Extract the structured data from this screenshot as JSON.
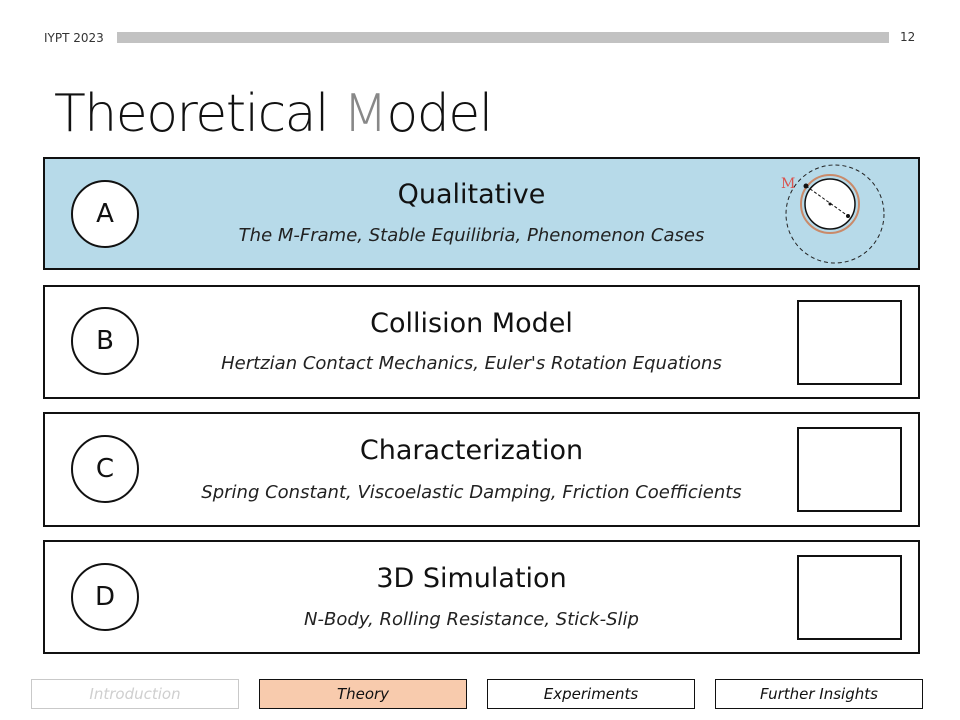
{
  "header": {
    "event": "IYPT 2023",
    "page_number": "12"
  },
  "title": {
    "main": "Theoretical ",
    "highlight": "M",
    "rest": "odel"
  },
  "cards": [
    {
      "letter": "A",
      "title": "Qualitative",
      "subtitle": "The M-Frame, Stable Equilibria, Phenomenon Cases",
      "icon_label": "M",
      "active": true
    },
    {
      "letter": "B",
      "title": "Collision Model",
      "subtitle": "Hertzian Contact Mechanics, Euler's Rotation Equations",
      "active": false
    },
    {
      "letter": "C",
      "title": "Characterization",
      "subtitle": "Spring Constant, Viscoelastic Damping, Friction Coefficients",
      "active": false
    },
    {
      "letter": "D",
      "title": "3D Simulation",
      "subtitle": "N-Body, Rolling Resistance, Stick-Slip",
      "active": false
    }
  ],
  "nav": [
    {
      "label": "Introduction",
      "state": "dim"
    },
    {
      "label": "Theory",
      "state": "current"
    },
    {
      "label": "Experiments",
      "state": "normal"
    },
    {
      "label": "Further Insights",
      "state": "normal"
    }
  ],
  "colors": {
    "active_card": "#b7dae9",
    "current_nav": "#f8cbad",
    "header_bar": "#c2c2c2",
    "icon_ring": "#c98a6a",
    "icon_label": "#d9534f"
  }
}
